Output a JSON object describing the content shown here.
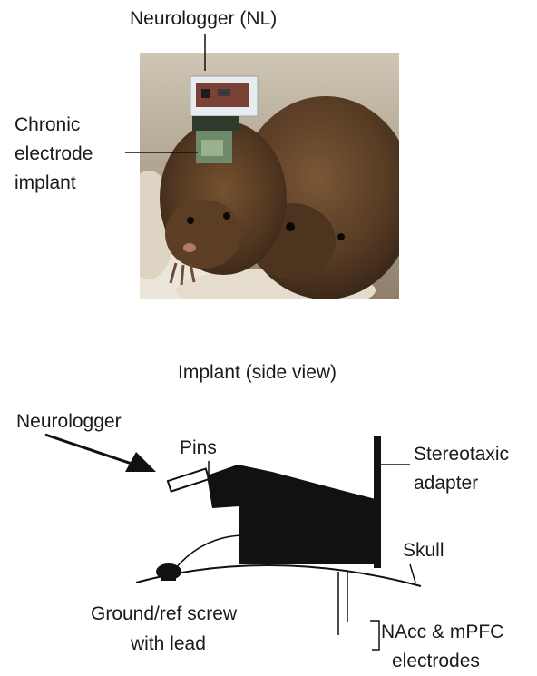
{
  "top_panel": {
    "neurologger_label": "Neurologger (NL)",
    "implant_label_lines": [
      "Chronic",
      "electrode",
      "implant"
    ]
  },
  "bottom_panel": {
    "title": "Implant (side view)",
    "labels": {
      "neurologger": "Neurologger",
      "pins": "Pins",
      "stereotaxic_line1": "Stereotaxic",
      "stereotaxic_line2": "adapter",
      "skull": "Skull",
      "ground_line1": "Ground/ref screw",
      "ground_line2": "with lead",
      "electrodes_line1": "NAcc & mPFC",
      "electrodes_line2": "electrodes"
    }
  },
  "colors": {
    "ink": "#111111",
    "fur_dark": "#3f2a1a",
    "fur_mid": "#6b4a2d",
    "bedding": "#e9e3d8",
    "background_glass": "#c9c1b2"
  }
}
